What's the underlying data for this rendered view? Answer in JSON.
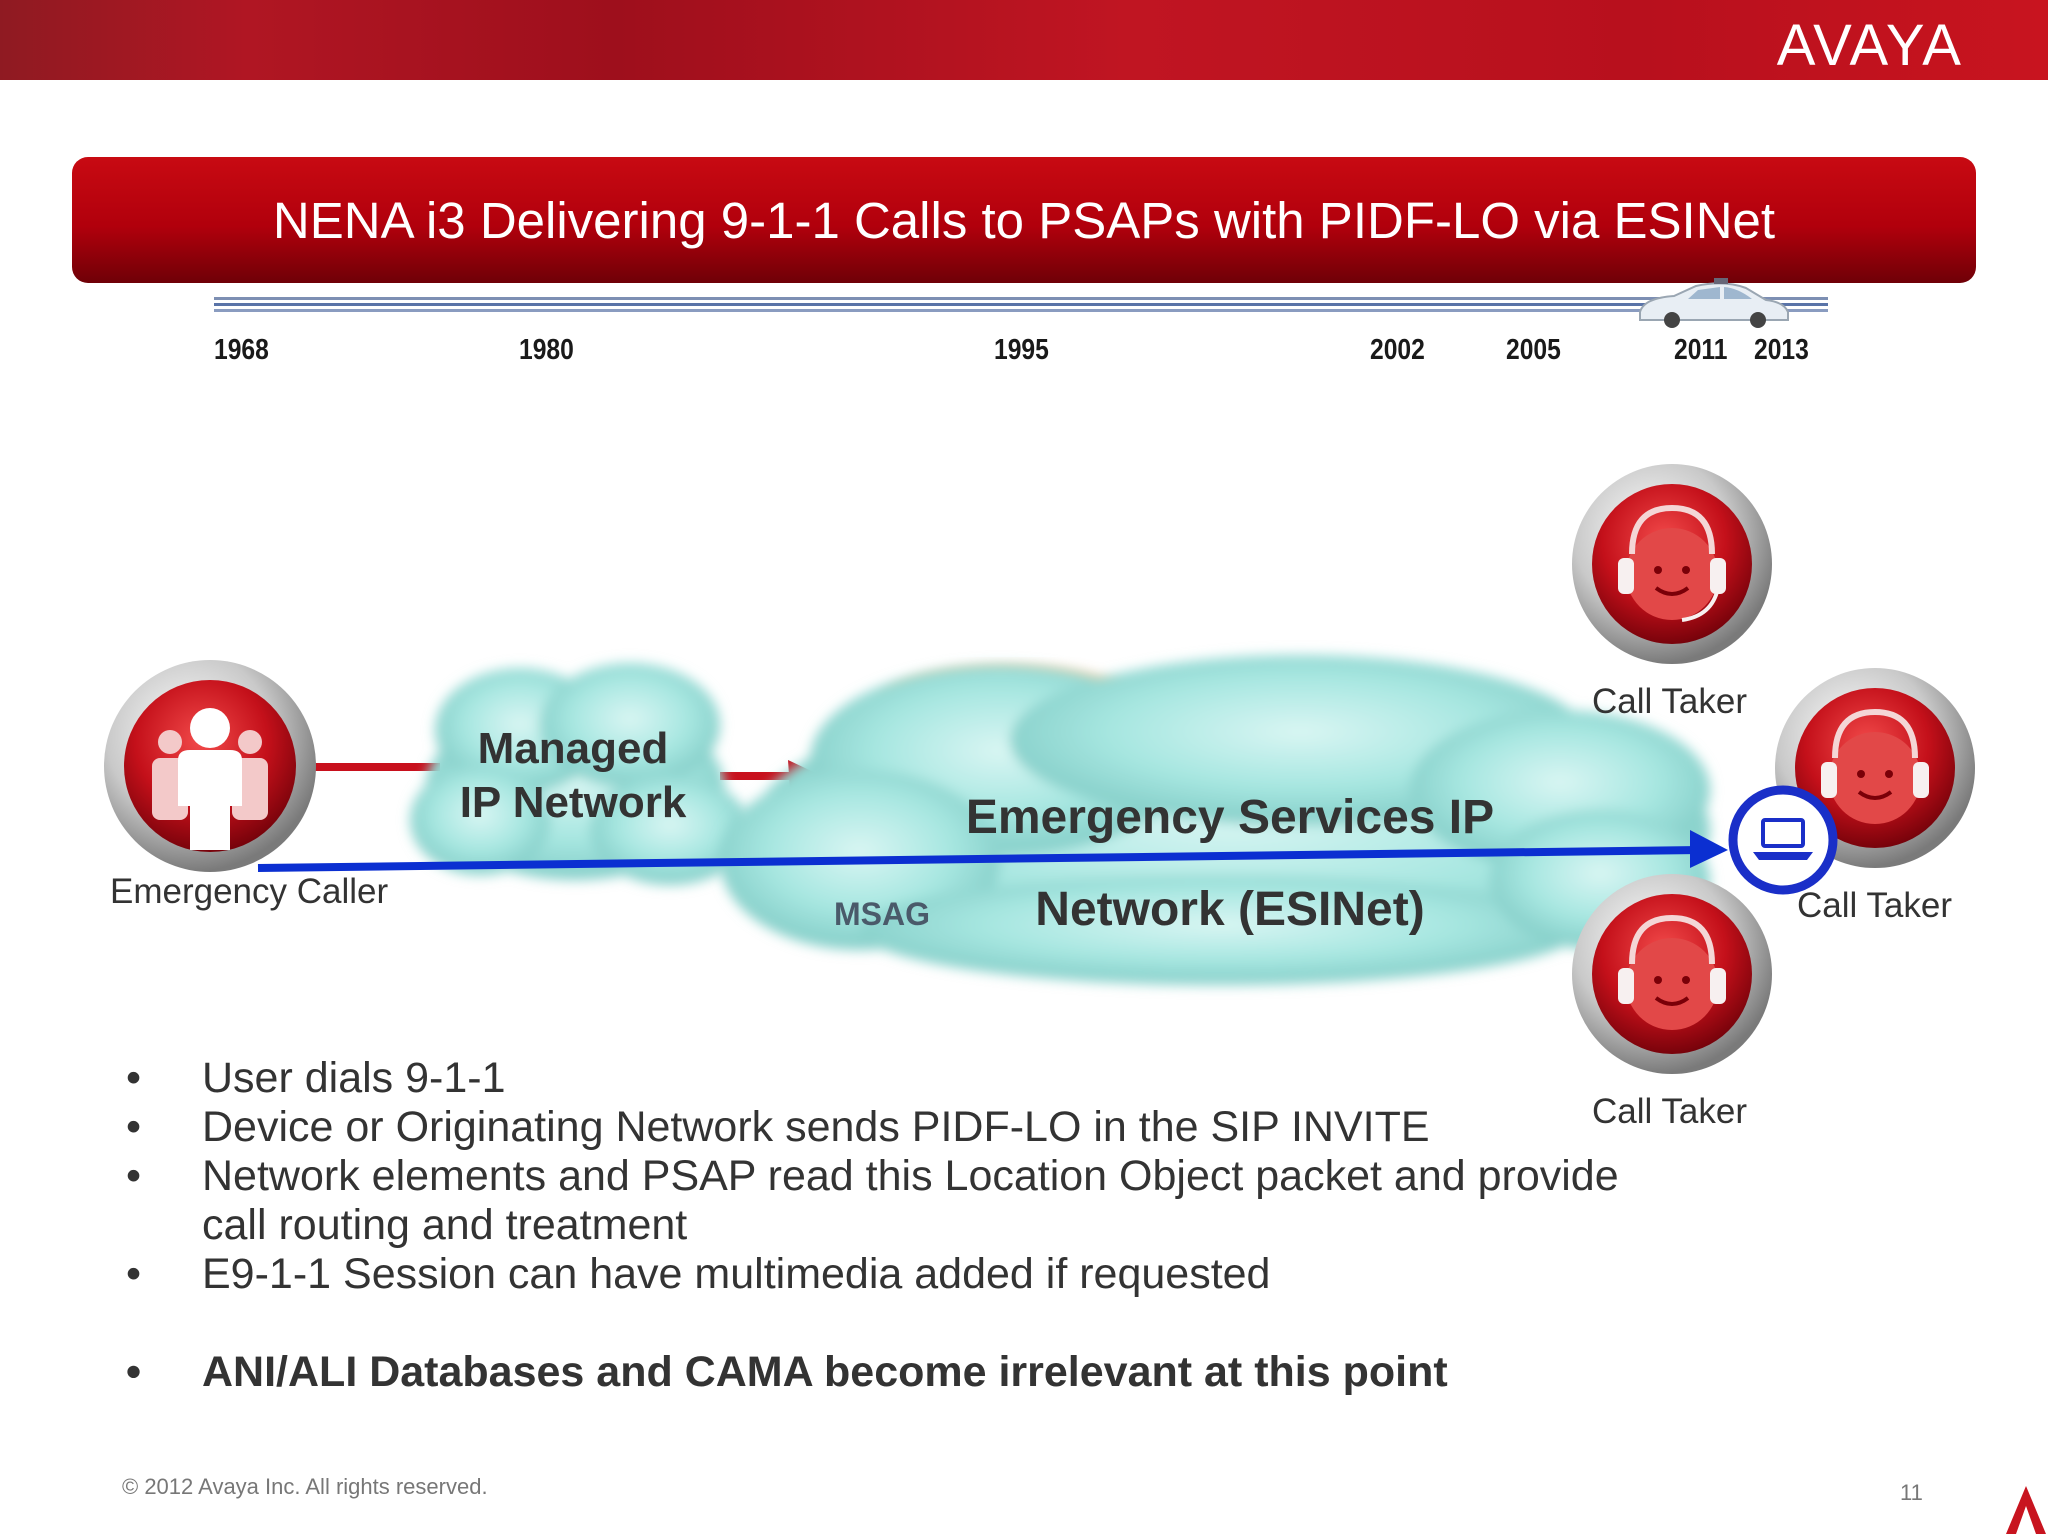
{
  "header": {
    "logo": "AVAYA"
  },
  "title": "NENA i3 Delivering 9-1-1 Calls to PSAPs with PIDF-LO via ESINet",
  "timeline": {
    "years": [
      "1968",
      "1980",
      "1995",
      "2002",
      "2005",
      "2011",
      "2013"
    ]
  },
  "diagram": {
    "caller_label": "Emergency Caller",
    "managed_cloud": [
      "Managed",
      "IP Network"
    ],
    "esinet_cloud": [
      "Emergency Services IP",
      "Network (ESINet)"
    ],
    "msag_label": "MSAG",
    "call_taker_labels": [
      "Call Taker",
      "Call Taker",
      "Call Taker"
    ]
  },
  "bullets": [
    "User dials 9-1-1",
    "Device or Originating Network sends PIDF-LO in the SIP INVITE",
    "Network elements and PSAP read this Location Object packet and provide call routing and treatment",
    "E9-1-1 Session can have multimedia added if requested",
    "ANI/ALI Databases and CAMA become irrelevant  at this point"
  ],
  "footer": {
    "copyright": "© 2012 Avaya Inc. All rights reserved.",
    "page": "11"
  },
  "colors": {
    "brand_red": "#c8141f",
    "arrow_blue": "#0b2fd1",
    "cloud_teal": "#9fe0dc"
  }
}
